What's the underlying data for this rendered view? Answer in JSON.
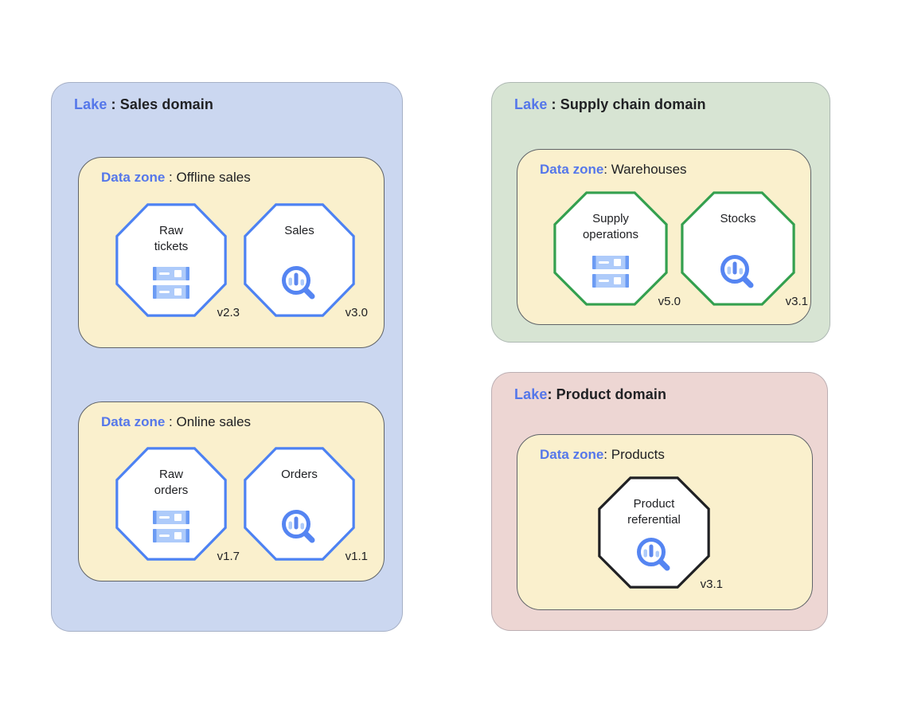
{
  "colors": {
    "accent-blue": "#5577ea",
    "text": "#202124",
    "zone-bg": "#faf0cd",
    "zone-border": "#5f6368",
    "lake-blue-bg": "#cbd7f0",
    "lake-green-bg": "#d7e4d3",
    "lake-pink-bg": "#edd6d3",
    "oct-blue": "#4d82f3",
    "oct-green": "#34a04f",
    "oct-black": "#202124",
    "icon-main": "#5585f2",
    "icon-light": "#aecbfa",
    "icon-mid": "#6b9bf4",
    "icon-bar-dark": "#5b86ee"
  },
  "lakes": [
    {
      "label": "Lake",
      "separator": " : ",
      "name": "Sales domain",
      "zones": [
        {
          "label": "Data zone",
          "separator": " : ",
          "name": "Offline sales",
          "entities": [
            {
              "name": [
                "Raw",
                "tickets"
              ],
              "version": "v2.3",
              "icon": "storage-icon"
            },
            {
              "name": [
                "Sales"
              ],
              "version": "v3.0",
              "icon": "search-insights-icon"
            }
          ]
        },
        {
          "label": "Data zone",
          "separator": " : ",
          "name": "Online sales",
          "entities": [
            {
              "name": [
                "Raw",
                "orders"
              ],
              "version": "v1.7",
              "icon": "storage-icon"
            },
            {
              "name": [
                "Orders"
              ],
              "version": "v1.1",
              "icon": "search-insights-icon"
            }
          ]
        }
      ]
    },
    {
      "label": "Lake",
      "separator": " : ",
      "name": "Supply chain domain",
      "zones": [
        {
          "label": "Data zone",
          "separator": ": ",
          "name": "Warehouses",
          "entities": [
            {
              "name": [
                "Supply",
                "operations"
              ],
              "version": "v5.0",
              "icon": "storage-icon"
            },
            {
              "name": [
                "Stocks"
              ],
              "version": "v3.1",
              "icon": "search-insights-icon"
            }
          ]
        }
      ]
    },
    {
      "label": "Lake",
      "separator": ": ",
      "name": "Product domain",
      "zones": [
        {
          "label": "Data zone",
          "separator": ": ",
          "name": "Products",
          "entities": [
            {
              "name": [
                "Product",
                "referential"
              ],
              "version": "v3.1",
              "icon": "search-insights-icon"
            }
          ]
        }
      ]
    }
  ]
}
